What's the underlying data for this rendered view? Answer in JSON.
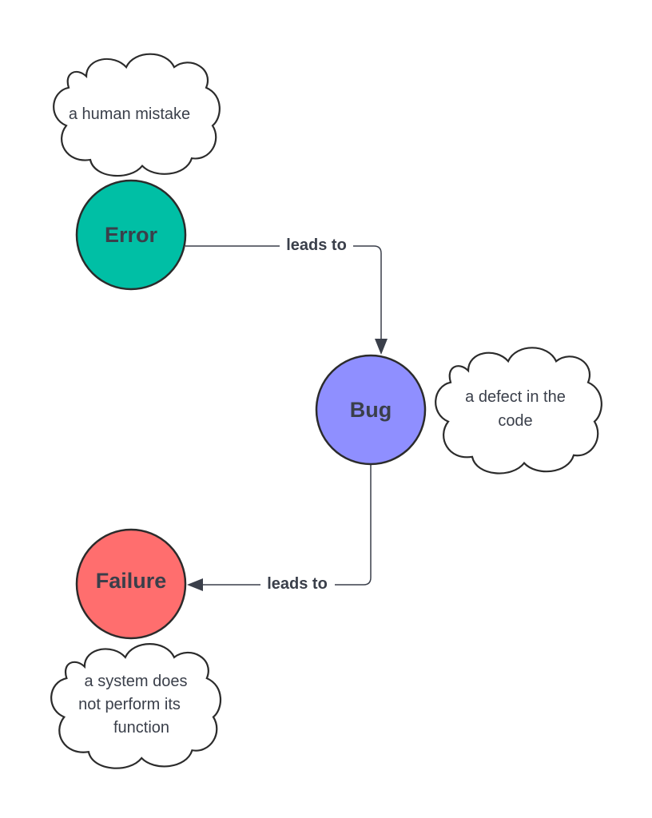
{
  "diagram": {
    "nodes": [
      {
        "id": "error",
        "label": "Error",
        "color": "#00bfa5"
      },
      {
        "id": "bug",
        "label": "Bug",
        "color": "#8f8fff"
      },
      {
        "id": "failure",
        "label": "Failure",
        "color": "#ff6e6e"
      }
    ],
    "notes": [
      {
        "for": "error",
        "lines": [
          "a human mistake"
        ]
      },
      {
        "for": "bug",
        "lines": [
          "a defect in the",
          "code"
        ]
      },
      {
        "for": "failure",
        "lines": [
          "a system does",
          "not perform its",
          "function"
        ]
      }
    ],
    "edges": [
      {
        "from": "error",
        "to": "bug",
        "label": "leads to"
      },
      {
        "from": "bug",
        "to": "failure",
        "label": "leads to"
      }
    ]
  }
}
